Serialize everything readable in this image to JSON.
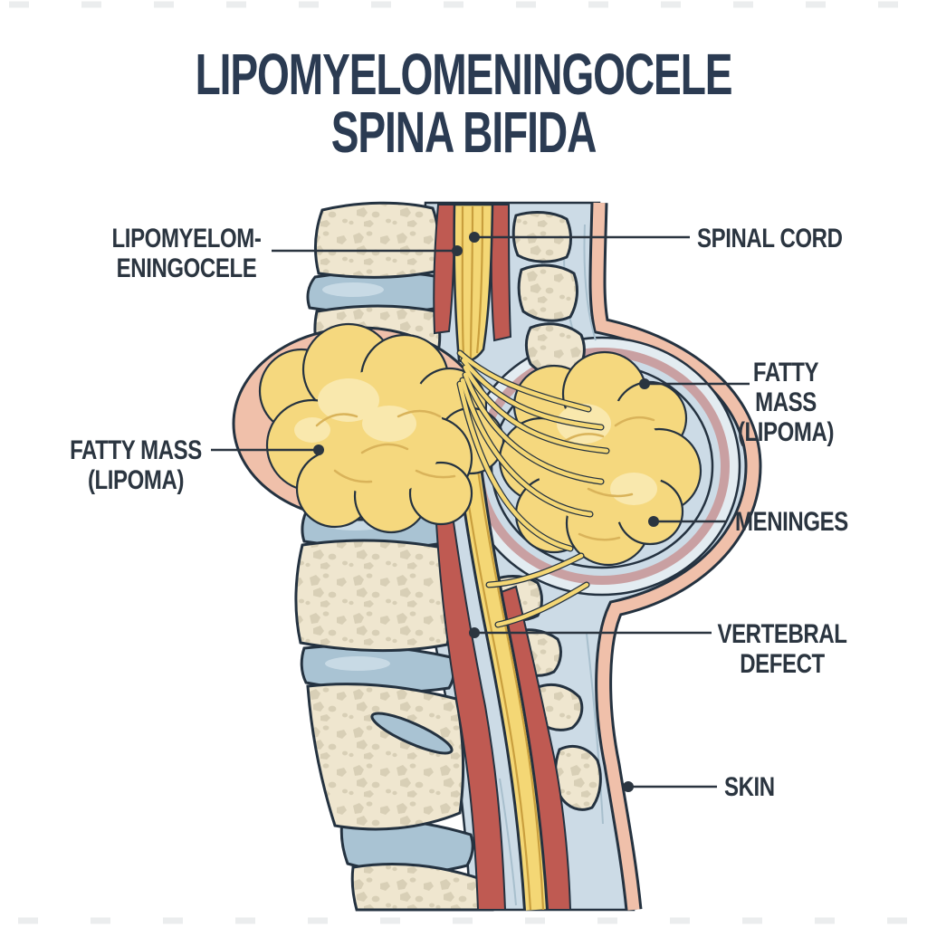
{
  "title": {
    "line1": "LIPOMYELOMENINGOCELE",
    "line2": "SPINA BIFIDA"
  },
  "labels": {
    "lipomyelomeningocele": {
      "line1": "LIPOMYELOM-",
      "line2": "ENINGOCELE"
    },
    "spinal_cord": {
      "text": "SPINAL CORD"
    },
    "fatty_mass_right": {
      "line1": "FATTY",
      "line2": "MASS",
      "line3": "(LIPOMA)"
    },
    "meninges": {
      "text": "MENINGES"
    },
    "vertebral_defect": {
      "line1": "VERTEBRAL",
      "line2": "DEFECT"
    },
    "skin": {
      "text": "SKIN"
    },
    "fatty_mass_left": {
      "line1": "FATTY MASS",
      "line2": "(LIPOMA)"
    }
  },
  "palette": {
    "title_text": "#2b3b52",
    "label_text": "#2b3540",
    "leader_line": "#2b3540",
    "outline": "#243240",
    "bone": "#efe6cf",
    "bone_speckle": "#d8cfb6",
    "disc": "#a9c3d3",
    "disc_highlight": "#cfe0ea",
    "red_tissue": "#bf5a52",
    "cord_yellow": "#f4d775",
    "cord_streak": "#c99f3e",
    "fat": "#f5d87e",
    "fat_highlight": "#f9e8ad",
    "fat_shade": "#d9b35a",
    "skin": "#f0c0aa",
    "mauve": "#c9a0a2",
    "dura": "#ccdbe6",
    "dura_light": "#e3ecf1",
    "dura_streak": "#a8bfcd",
    "background": "#ffffff"
  }
}
